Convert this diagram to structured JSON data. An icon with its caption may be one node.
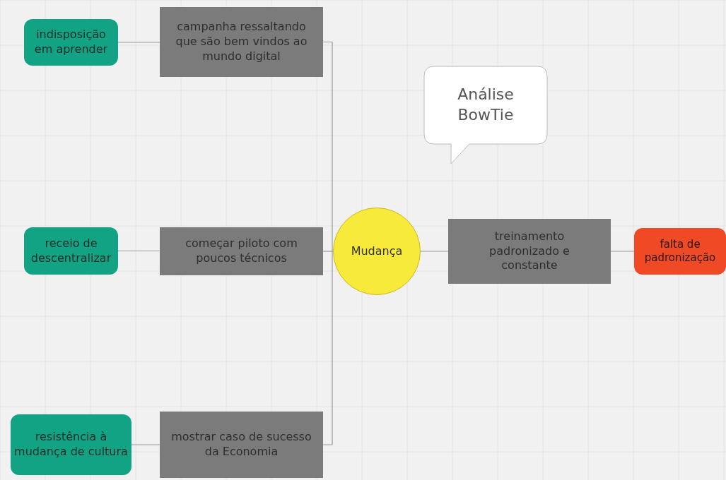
{
  "diagram": {
    "nodes": [
      {
        "text": [
          "indisposição em aprender"
        ]
      },
      {
        "text": [
          "campanha ressaltando que são bem vindos ao mundo digital"
        ]
      },
      {
        "text": [
          "receio de descentralizar"
        ]
      },
      {
        "text": [
          "começar piloto com poucos técnicos"
        ]
      },
      {
        "text": [
          "resistência à mudança de cultura"
        ]
      },
      {
        "text": [
          "mostrar caso de sucesso da Economia"
        ]
      },
      {
        "text": [
          "Mudança"
        ]
      },
      {
        "text": [
          "treinamento padronizado e constante"
        ]
      },
      {
        "text": [
          "falta de padronização"
        ]
      },
      {
        "text": [
          "Análise BowTie"
        ]
      }
    ],
    "edges": [
      {
        "from": 0,
        "to": 1,
        "arrow": "none"
      },
      {
        "from": 1,
        "to": 6,
        "arrow": "none"
      },
      {
        "from": 2,
        "to": 3,
        "arrow": "none"
      },
      {
        "from": 3,
        "to": 6,
        "arrow": "none"
      },
      {
        "from": 4,
        "to": 5,
        "arrow": "none"
      },
      {
        "from": 5,
        "to": 6,
        "arrow": "none"
      },
      {
        "from": 6,
        "to": 7,
        "arrow": "none"
      },
      {
        "from": 7,
        "to": 8,
        "arrow": "none"
      }
    ]
  }
}
